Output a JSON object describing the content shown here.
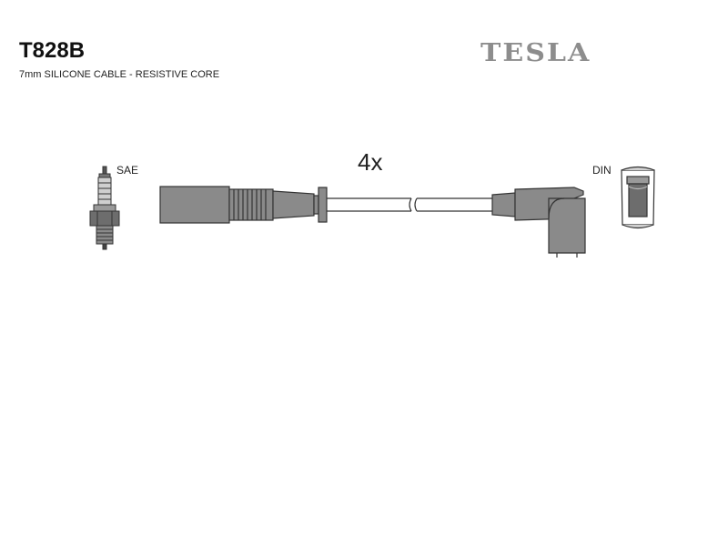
{
  "header": {
    "part_number": "T828B",
    "description": "7mm SILICONE CABLE - RESISTIVE CORE",
    "brand": "TESLA"
  },
  "diagram": {
    "quantity_label": "4x",
    "left_end_label": "SAE",
    "right_end_label": "DIN"
  },
  "colors": {
    "boot_fill": "#8a8a8a",
    "outline": "#333333",
    "brand_gray": "#8d8d8d"
  }
}
